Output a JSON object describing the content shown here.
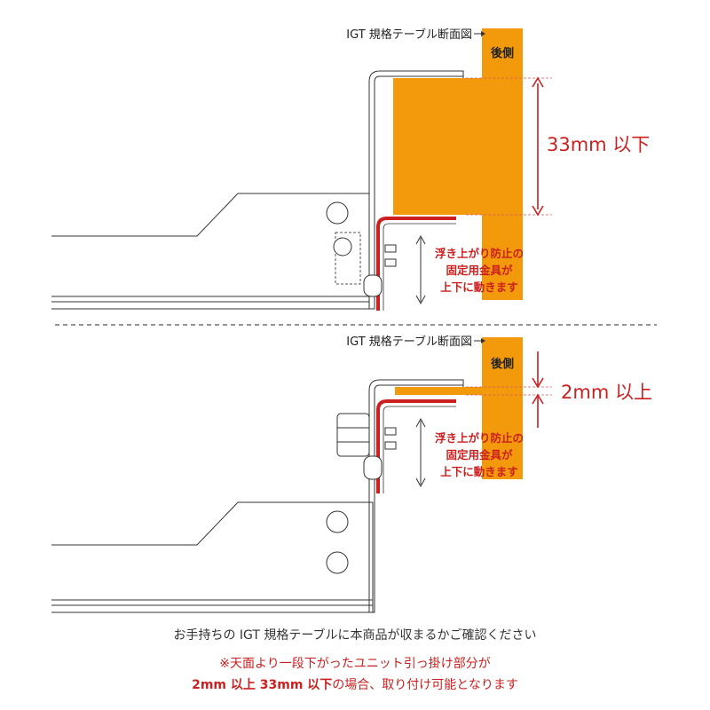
{
  "colors": {
    "orange": "#f29a0c",
    "red": "#cc1f1f",
    "line": "#333333"
  },
  "top": {
    "section_label": "IGT 規格テーブル断面図",
    "back_label": "後側",
    "dimension_label": "33mm 以下",
    "fixture_note": [
      "浮き上がり防止の",
      "固定用金具が",
      "上下に動きます"
    ]
  },
  "bottom": {
    "section_label": "IGT 規格テーブル断面図",
    "back_label": "後側",
    "dimension_label": "2mm 以上",
    "fixture_note": [
      "浮き上がり防止の",
      "固定用金具が",
      "上下に動きます"
    ]
  },
  "footer": {
    "line1": "お手持ちの IGT 規格テーブルに本商品が収まるかご確認ください",
    "line2": "※天面より一段下がったユニット引っ掛け部分が",
    "line3_bold": "2mm 以上 33mm 以下",
    "line3_rest": "の場合、取り付け可能となります"
  }
}
